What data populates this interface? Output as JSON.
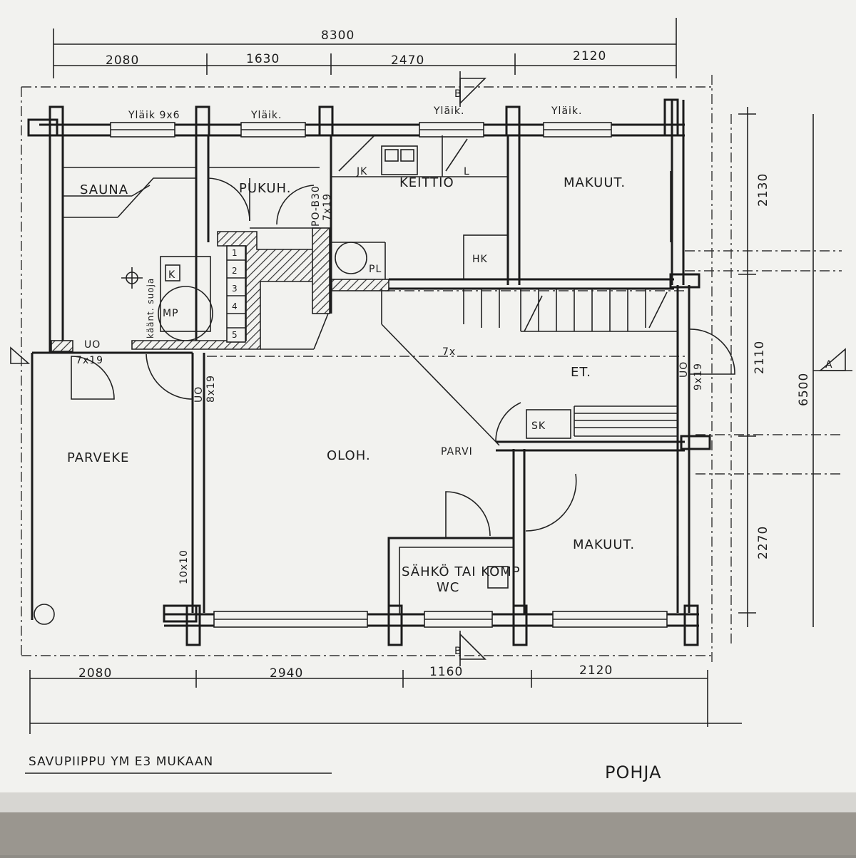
{
  "dimensions": {
    "top_total": "8300",
    "top_segments": [
      "2080",
      "1630",
      "2470",
      "2120"
    ],
    "bottom_segments": [
      "2080",
      "2940",
      "1160",
      "2120"
    ],
    "right_total": "6500",
    "right_segments": [
      "2130",
      "2110",
      "2270"
    ]
  },
  "windows": {
    "w1": "Yläik 9x6",
    "w2": "Yläik.",
    "w3": "Yläik.",
    "w4": "Yläik."
  },
  "rooms": {
    "sauna": "SAUNA",
    "pukuh": "PUKUH.",
    "keittio": "KEITTIO",
    "makuut_top": "MAKUUT.",
    "et": "ET.",
    "oloh": "OLOH.",
    "parveke": "PARVEKE",
    "makuut_bottom": "MAKUUT.",
    "sahko": "SÄHKÖ TAI KOMP",
    "wc": "WC",
    "parvi": "PARVI"
  },
  "labels": {
    "jk": "JK",
    "l": "L",
    "hk": "HK",
    "pl": "PL",
    "k": "K",
    "mp": "MP",
    "sk": "SK",
    "kaant_suoja": "käänt. suoja",
    "po_b30": "PO-B30",
    "d7x19_top": "7x19",
    "d7x19_left": "7x19",
    "d8x19": "8x19",
    "d9x19": "9x19",
    "d10x10": "10x10",
    "uo_left": "UO",
    "uo_mid": "UO",
    "uo_right": "UO",
    "seven_x": "7x",
    "section_b_top": "B",
    "section_b_bottom": "B",
    "section_a": "A",
    "stair_1": "1",
    "stair_2": "2",
    "stair_3": "3",
    "stair_4": "4",
    "stair_5": "5"
  },
  "notes": {
    "chimney": "SAVUPIIPPU YM     E3 MUKAAN",
    "title": "POHJA"
  }
}
